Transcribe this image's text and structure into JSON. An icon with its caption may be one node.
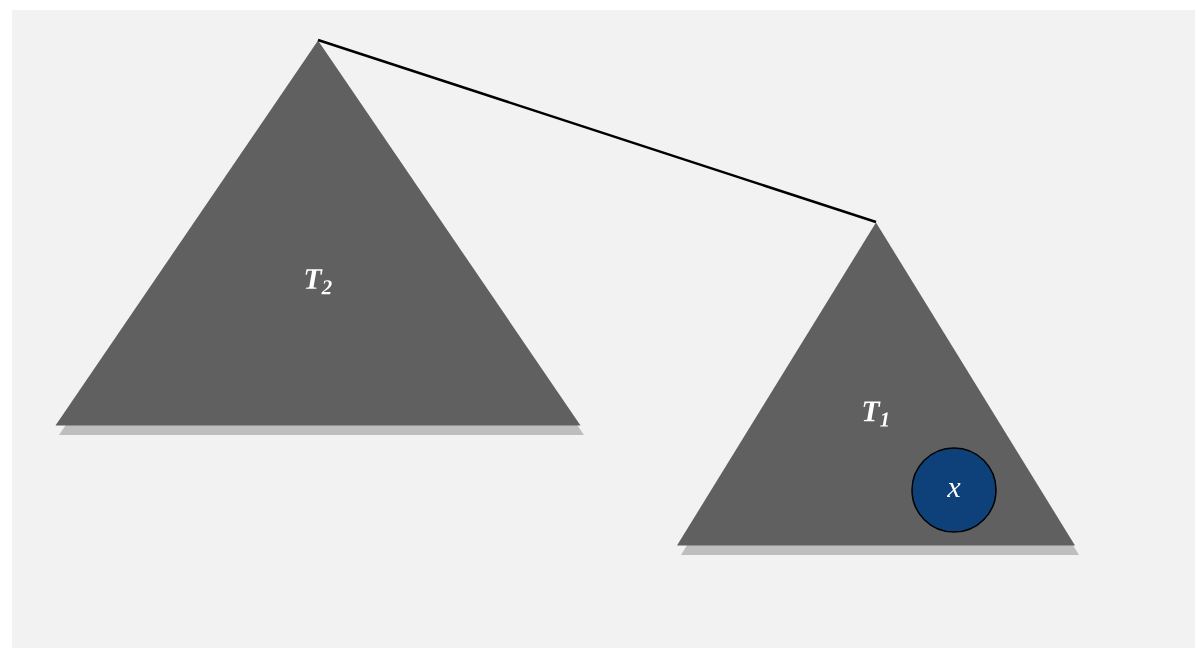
{
  "diagram": {
    "nodes": [
      {
        "text": [
          "T$_{2}$"
        ]
      },
      {
        "text": [
          "T$_{1}$"
        ]
      },
      {
        "text": [
          "x"
        ],
        "in": 1
      }
    ],
    "edges": [
      {
        "from": 0,
        "to": 1,
        "arrow": "none"
      }
    ]
  }
}
